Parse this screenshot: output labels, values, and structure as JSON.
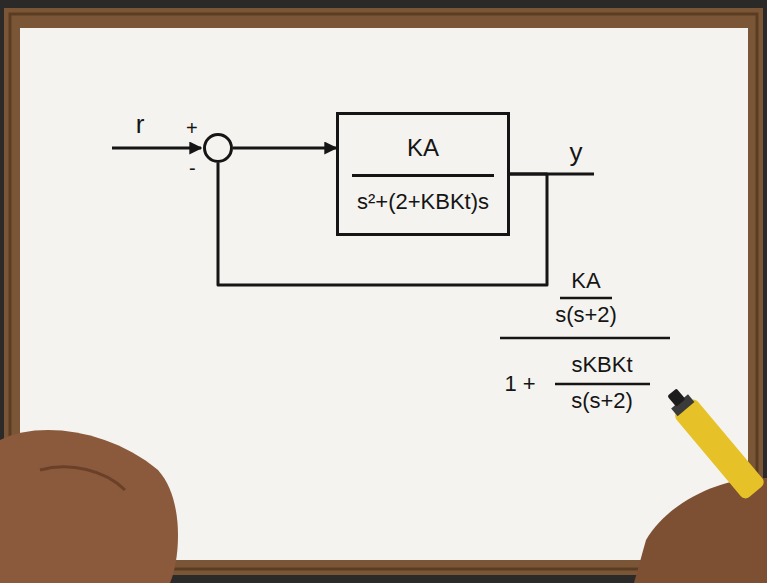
{
  "diagram": {
    "nodes": [
      {
        "text": [
          "+",
          "-"
        ]
      },
      {
        "text": [
          "KA",
          "s²+(2+KBKt)s"
        ]
      }
    ],
    "edges": [
      {
        "from": 0,
        "to": 1,
        "arrow": "to"
      },
      {
        "from": 1,
        "to": 0,
        "arrow": "none"
      }
    ],
    "labels": [
      "r",
      "y",
      "KA",
      "s(s+2)",
      "1 +",
      "sKBKt",
      "s(s+2)"
    ]
  }
}
